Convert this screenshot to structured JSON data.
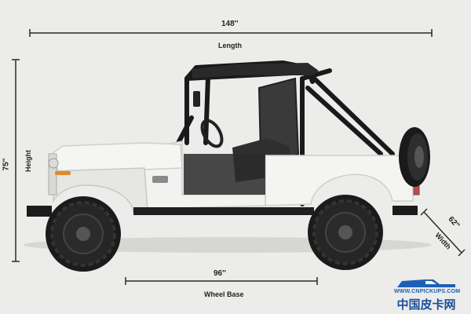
{
  "dimensions": {
    "length": {
      "label": "Length",
      "value": "148''"
    },
    "height": {
      "label": "Height",
      "value": "75''"
    },
    "wheel_base": {
      "label": "Wheel Base",
      "value": "96''"
    },
    "width": {
      "label": "Width",
      "value": "62''"
    }
  },
  "watermark": {
    "url": "WWW.CNPICKUPS.COM",
    "text": "中国皮卡网"
  },
  "colors": {
    "background": "#ececea",
    "body": "#f4f4f2",
    "dark": "#1c1c1c",
    "accent": "#1d5fb5"
  }
}
